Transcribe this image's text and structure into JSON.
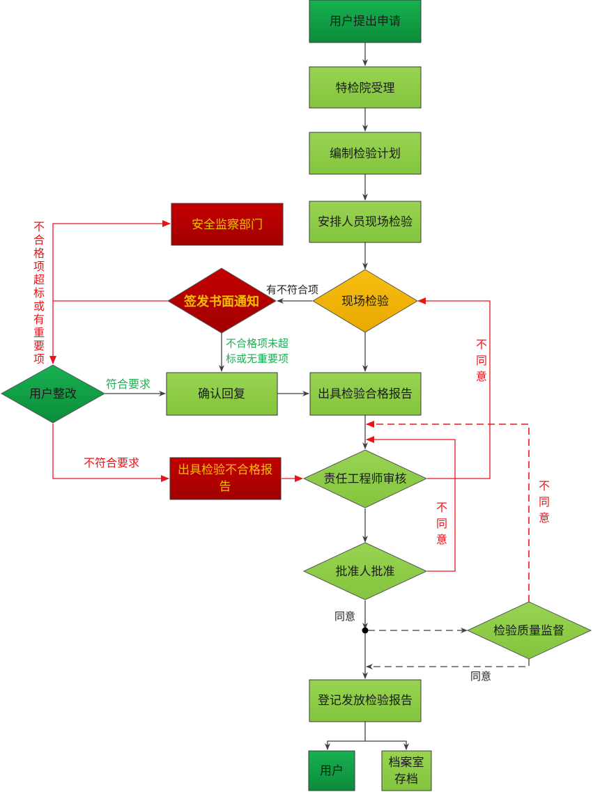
{
  "colors": {
    "dark_green": "#12a046",
    "light_green": "#8fce4a",
    "dark_red": "#b30000",
    "amber": "#f2b400",
    "red_line": "#e8141b",
    "gray_line": "#404040",
    "red_node_text": "#f5c000"
  },
  "nodes": {
    "apply": "用户提出申请",
    "accept": "特检院受理",
    "plan": "编制检验计划",
    "arrange": "安排人员现场检验",
    "onsite": "现场检验",
    "notice": "签发书面通知",
    "safety": "安全监察部门",
    "rectify": "用户整改",
    "confirm": "确认回复",
    "pass_report": "出具检验合格报告",
    "fail_report_l1": "出具检验不合格报",
    "fail_report_l2": "告",
    "engineer": "责任工程师审核",
    "approver": "批准人批准",
    "quality": "检验质量监督",
    "register": "登记发放检验报告",
    "user": "用户",
    "archive_l1": "档案室",
    "archive_l2": "存档"
  },
  "edge_labels": {
    "nonconform": "有不符合项",
    "minor_l1": "不合格项未超",
    "minor_l2": "标或无重要项",
    "major_vertical": [
      "不",
      "合",
      "格",
      "项",
      "超",
      "标",
      "或",
      "有",
      "重",
      "要",
      "项"
    ],
    "meets": "符合要求",
    "not_meets": "不符合要求",
    "disagree_chars": [
      "不",
      "同",
      "意"
    ],
    "agree": "同意"
  }
}
